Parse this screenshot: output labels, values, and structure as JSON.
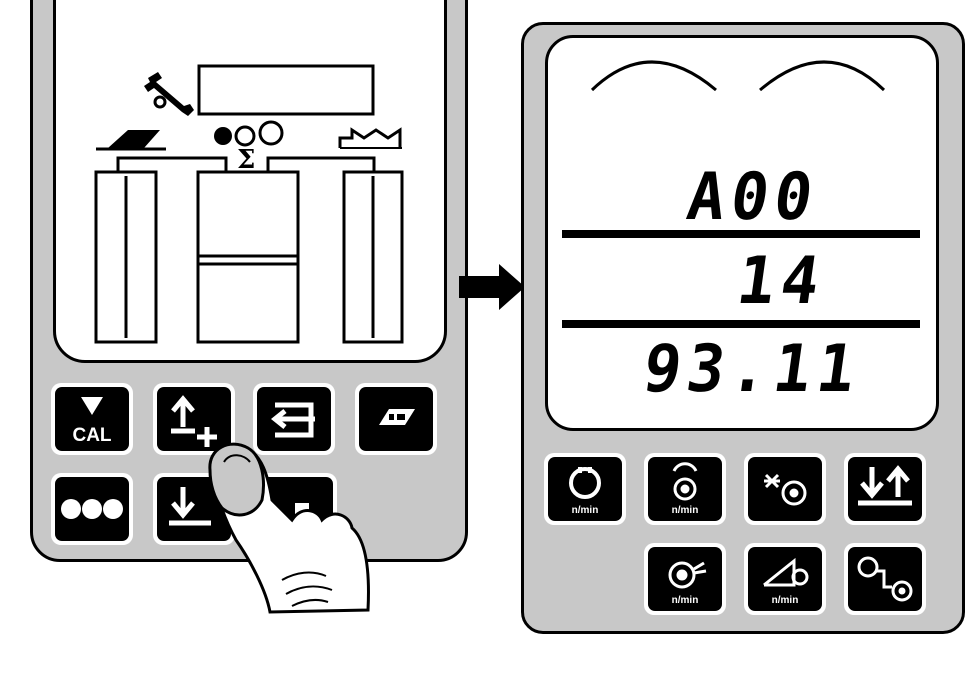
{
  "left_panel": {
    "keys": [
      {
        "name": "cal-key",
        "label": "CAL"
      },
      {
        "name": "up-plus-key"
      },
      {
        "name": "enter-key"
      },
      {
        "name": "card-key"
      },
      {
        "name": "dots-key"
      },
      {
        "name": "down-key"
      },
      {
        "name": "hidden-key"
      }
    ]
  },
  "right_panel": {
    "display": {
      "line1": "A00",
      "line2": "14",
      "line3": "93.11"
    },
    "keys": [
      {
        "name": "rpm-shaft-key",
        "label": "n/min"
      },
      {
        "name": "rpm-rotor-key",
        "label": "n/min"
      },
      {
        "name": "star-gear-key"
      },
      {
        "name": "down-up-key"
      },
      {
        "name": "rpm-fan-key",
        "label": "n/min"
      },
      {
        "name": "rpm-wheel-key",
        "label": "n/min"
      },
      {
        "name": "gear-link-key"
      }
    ]
  },
  "colors": {
    "panel": "#c8c8c8",
    "outline": "#000000",
    "screen": "#ffffff"
  }
}
